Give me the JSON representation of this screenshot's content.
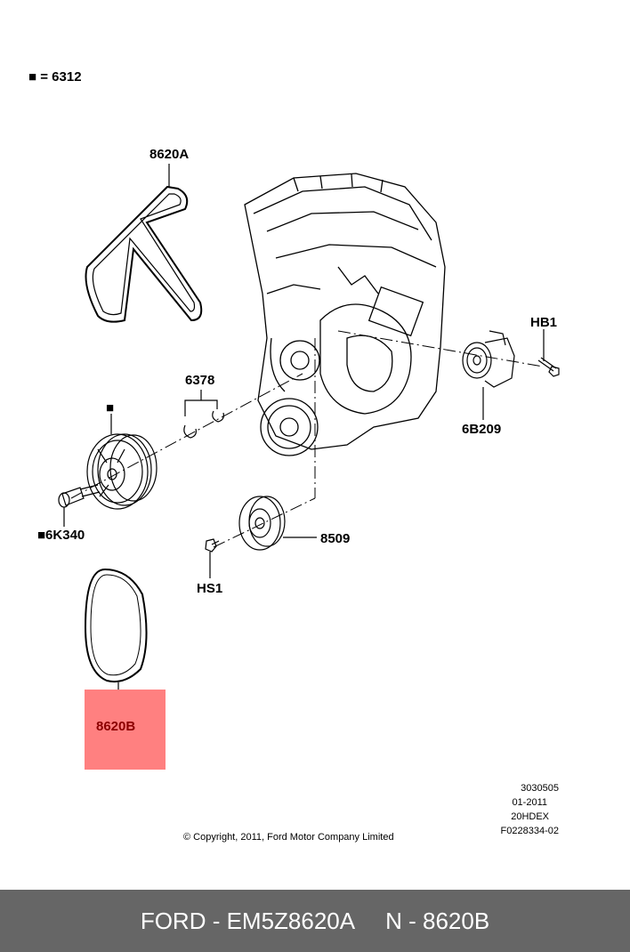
{
  "legend": {
    "marker": "■",
    "text": "= 6312"
  },
  "labels": {
    "belt_a": "8620A",
    "hb1": "HB1",
    "p6378": "6378",
    "p6b209": "6B209",
    "marker_only": "■",
    "p6k340": "■6K340",
    "p8509": "8509",
    "hs1": "HS1",
    "belt_b": "8620B"
  },
  "info_block": [
    "3030505",
    "01-2011",
    "20HDEX",
    "F0228334-02"
  ],
  "copyright": "© Copyright, 2011, Ford Motor Company Limited",
  "footer": {
    "brand_part": "FORD - EM5Z8620A",
    "ref": "N - 8620B"
  },
  "colors": {
    "highlight": "#ff8080",
    "footer_bg": "#666666",
    "highlight_text": "#8b0000"
  }
}
